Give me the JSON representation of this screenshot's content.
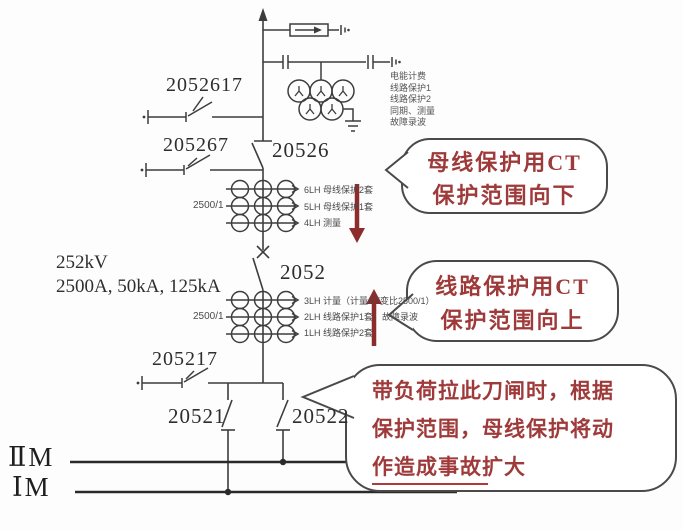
{
  "colors": {
    "accent_red": "#9f3a3a",
    "arrow_red": "#8d2c2c",
    "line": "#3d3d3d"
  },
  "equipment": {
    "earthing_2052617": "2052617",
    "earthing_205267": "205267",
    "disconnector_20526": "20526",
    "breaker_2052": "2052",
    "earthing_205217": "205217",
    "disconnector_20521": "20521",
    "disconnector_20522": "20522"
  },
  "ratings": {
    "voltage": "252kV",
    "current": "2500A, 50kA, 125kA",
    "ct1_ratio": "2500/1",
    "ct2_ratio": "2500/1"
  },
  "buses": {
    "bus_II": "ⅡM",
    "bus_I": "ⅠM"
  },
  "pt_usage": [
    "电能计费",
    "线路保护1",
    "线路保护2",
    "同期、测量",
    "故障录波"
  ],
  "ct1_windings": [
    "6LH 母线保护2套",
    "5LH 母线保护1套",
    "4LH 测量"
  ],
  "ct2_windings": [
    "3LH 计量（计量CT变比2500/1）",
    "2LH 线路保护1套、故障录波",
    "1LH 线路保护2套"
  ],
  "annotations": {
    "bubble_bus_ct": {
      "line1": "母线保护用CT",
      "line2": "保护范围向下"
    },
    "bubble_line_ct": {
      "line1": "线路保护用CT",
      "line2": "保护范围向上"
    },
    "bubble_warning": {
      "line1": "带负荷拉此刀闸时，根据",
      "line2": "保护范围，母线保护将动",
      "line3": "作造成事故扩大"
    }
  }
}
